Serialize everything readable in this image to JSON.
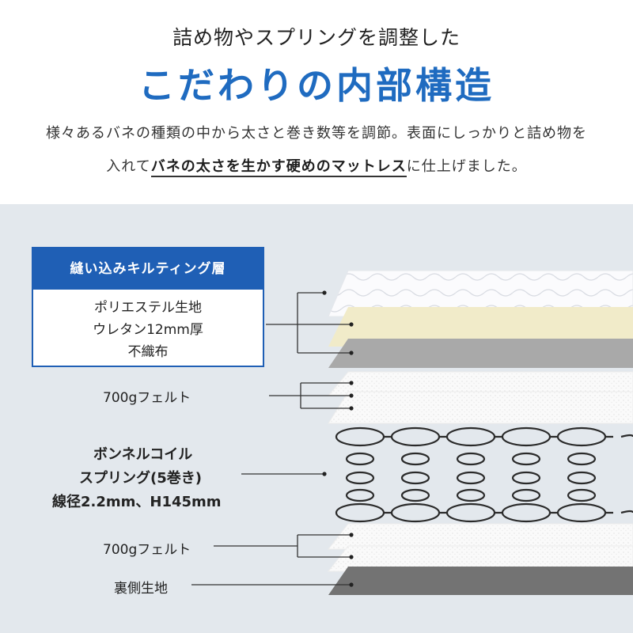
{
  "header": {
    "subtitle": "詰め物やスプリングを調整した",
    "title": "こだわりの内部構造",
    "desc_line1": "様々あるバネの種類の中から太さと巻き数等を調節。表面にしっかりと詰め物を",
    "desc_line2_pre": "入れて",
    "desc_line2_highlight": "バネの太さを生かす硬めのマットレス",
    "desc_line2_post": "に仕上げました。"
  },
  "quilting": {
    "heading": "縫い込みキルティング層",
    "items": [
      "ポリエステル生地",
      "ウレタン12mm厚",
      "不織布"
    ]
  },
  "labels": {
    "felt_top": "700gフェルト",
    "coil_line1": "ボンネルコイル",
    "coil_line2": "スプリング(5巻き)",
    "coil_line3": "線径2.2mm、H145mm",
    "felt_bottom": "700gフェルト",
    "back_fabric": "裏側生地"
  },
  "colors": {
    "accent": "#1f5fb5",
    "title_blue": "#1f6bc0",
    "panel_bg": "#e3e8ed",
    "cream": "#f1ebc9",
    "gray": "#a9a9a9",
    "dark_gray": "#737373"
  }
}
